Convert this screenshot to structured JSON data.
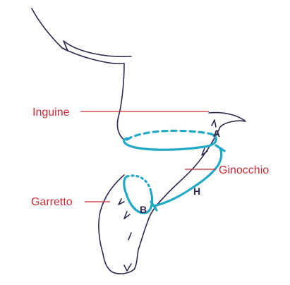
{
  "labels": {
    "inguine": "Inguine",
    "garretto": "Garretto",
    "ginocchio": "Ginocchio",
    "a": "A",
    "b": "B",
    "h": "H"
  },
  "colors": {
    "outline": "#2e2a4f",
    "measure": "#22a9c6",
    "label": "#cc2a36",
    "background": "#ffffff"
  }
}
